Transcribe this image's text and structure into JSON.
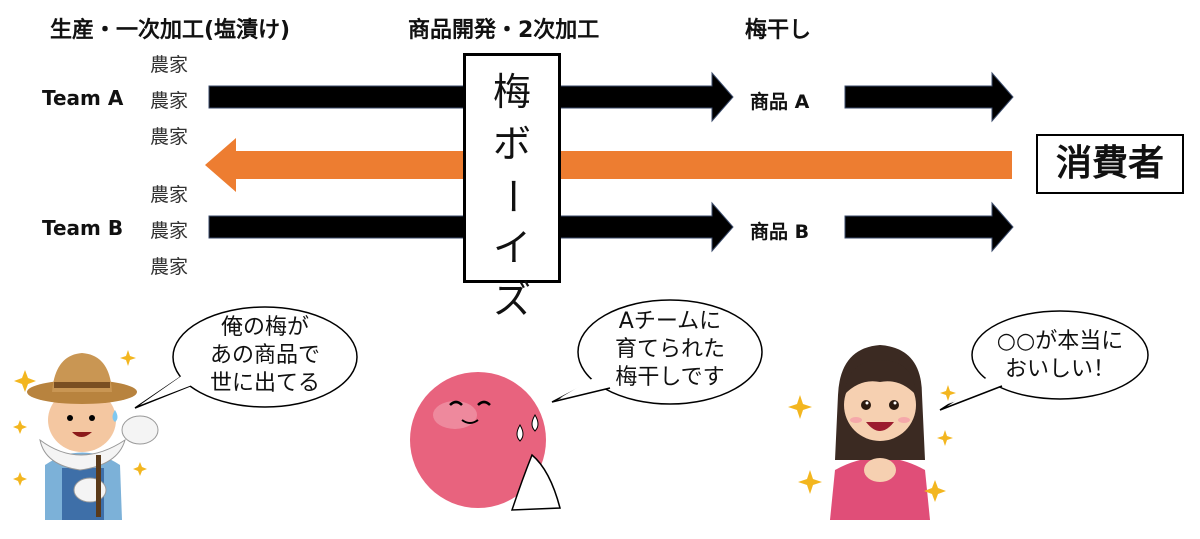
{
  "headers": {
    "production": "生産・一次加工(塩漬け)",
    "development": "商品開発・2次加工",
    "product": "梅干し"
  },
  "teams": [
    {
      "label": "Team A",
      "farmers": [
        "農家",
        "農家",
        "農家"
      ],
      "product": "商品 A"
    },
    {
      "label": "Team B",
      "farmers": [
        "農家",
        "農家",
        "農家"
      ],
      "product": "商品 B"
    }
  ],
  "center_box": {
    "lines": [
      "梅",
      "ボ",
      "ー",
      "イ",
      "ズ"
    ]
  },
  "consumer": "消費者",
  "bubbles": {
    "farmer": [
      "俺の梅が",
      "あの商品で",
      "世に出てる"
    ],
    "ume": [
      "Aチームに",
      "育てられた",
      "梅干しです"
    ],
    "consumer": [
      "○○が本当に",
      "おいしい！"
    ]
  },
  "colors": {
    "arrow_black": "#000000",
    "arrow_orange": "#ED7D31",
    "ume_pink": "#E8637E",
    "straw_hat": "#B8833E",
    "apron": "#3E6FA8",
    "girl_shirt": "#E04E78",
    "sparkle": "#F3B61F"
  }
}
